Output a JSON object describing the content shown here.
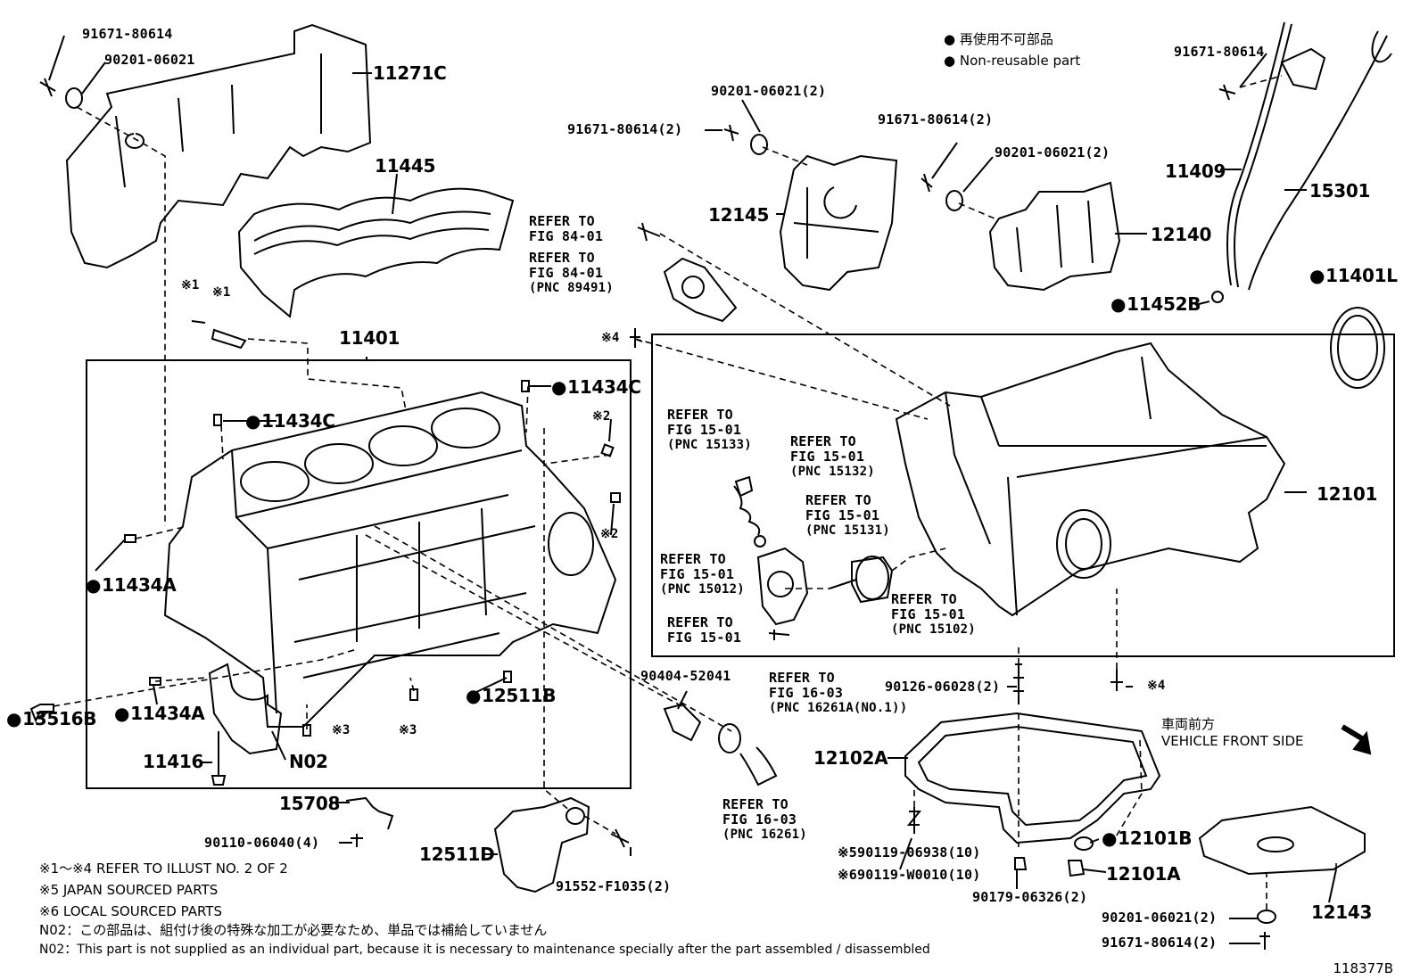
{
  "legend": {
    "jp": "再使用不可部品",
    "en": "Non-reusable part"
  },
  "labels": {
    "p91671_a": "91671-80614",
    "p90201_a": "90201-06021",
    "p11271C": "11271C",
    "p11445": "11445",
    "p90201_b": "90201-06021(2)",
    "p91671_b": "91671-80614(2)",
    "p12145": "12145",
    "p91671_c": "91671-80614(2)",
    "p90201_c": "90201-06021(2)",
    "p12140": "12140",
    "p91671_d": "91671-80614",
    "p11409": "11409",
    "p15301": "15301",
    "p11452B": "11452B",
    "p11401L": "11401L",
    "p11401": "11401",
    "p11434C_a": "11434C",
    "p11434C_b": "11434C",
    "p11434A_a": "11434A",
    "p11434A_b": "11434A",
    "p13516B": "13516B",
    "p11416": "11416",
    "pN02": "N02",
    "p12511B": "12511B",
    "p12101": "12101",
    "p15708": "15708",
    "p90110": "90110-06040(4)",
    "p12511D": "12511D",
    "p91552": "91552-F1035(2)",
    "p90404": "90404-52041",
    "p90126": "90126-06028(2)",
    "p12102A": "12102A",
    "p12101B": "12101B",
    "p12101A": "12101A",
    "p90119a": "90119-06938(10)",
    "p90119b": "90119-W0010(10)",
    "p90179": "90179-06326(2)",
    "p12143": "12143",
    "p90201_d": "90201-06021(2)",
    "p91671_e": "91671-80614(2)",
    "m1a": "※1",
    "m1b": "※1",
    "m2a": "※2",
    "m2b": "※2",
    "m3a": "※3",
    "m3b": "※3",
    "m4a": "※4",
    "m4b": "※4",
    "m5": "※5",
    "m6": "※6"
  },
  "refs": {
    "r84a_1": "REFER TO",
    "r84a_2": "FIG 84-01",
    "r84b_1": "REFER TO",
    "r84b_2": "FIG 84-01",
    "r84b_3": "(PNC 89491)",
    "r15133_1": "REFER TO",
    "r15133_2": "FIG 15-01",
    "r15133_3": "(PNC 15133)",
    "r15132_1": "REFER TO",
    "r15132_2": "FIG 15-01",
    "r15132_3": "(PNC 15132)",
    "r15131_1": "REFER TO",
    "r15131_2": "FIG 15-01",
    "r15131_3": "(PNC 15131)",
    "r15012_1": "REFER TO",
    "r15012_2": "FIG 15-01",
    "r15012_3": "(PNC 15012)",
    "r1501_1": "REFER TO",
    "r1501_2": "FIG 15-01",
    "r15102_1": "REFER TO",
    "r15102_2": "FIG 15-01",
    "r15102_3": "(PNC 15102)",
    "r16261A_1": "REFER TO",
    "r16261A_2": "FIG 16-03",
    "r16261A_3": "(PNC 16261A(NO.1))",
    "r16261_1": "REFER TO",
    "r16261_2": "FIG 16-03",
    "r16261_3": "(PNC 16261)"
  },
  "front": {
    "jp": "車両前方",
    "en": "VEHICLE FRONT SIDE"
  },
  "notes": {
    "n1": "※1～※4  REFER TO ILLUST NO. 2 OF 2",
    "n5": "※5 JAPAN SOURCED PARTS",
    "n6": "※6 LOCAL SOURCED PARTS",
    "n02jp": "N02：この部品は、組付け後の特殊な加工が必要なため、単品では補給していません",
    "n02en": "N02：This part is not supplied as an individual part, because it is necessary to maintenance specially after the part assembled / disassembled"
  },
  "figure_id": "118377B"
}
